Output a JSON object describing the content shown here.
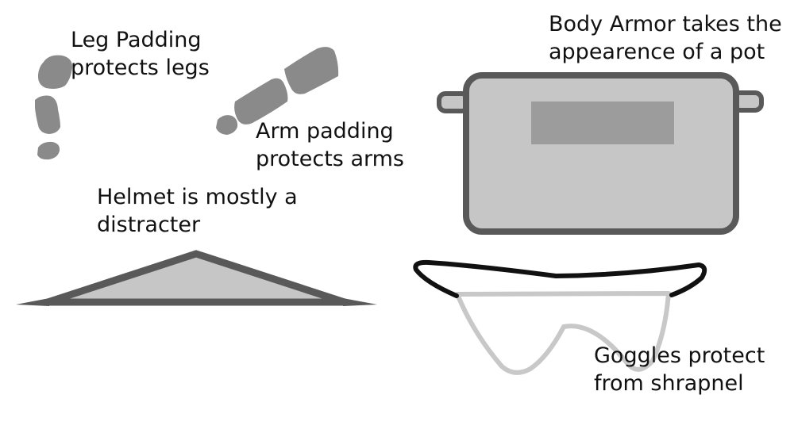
{
  "labels": {
    "leg_padding": [
      "Leg Padding",
      "protects legs"
    ],
    "arm_padding": [
      "Arm padding",
      "protects arms"
    ],
    "helmet": [
      "Helmet is mostly a",
      "distracter"
    ],
    "body_armor": [
      "Body Armor takes the",
      "appearence of a pot"
    ],
    "goggles": [
      "Goggles protect",
      "from shrapnel"
    ]
  },
  "colors": {
    "pad_fill": "#8a8a8a",
    "pot_outline": "#595959",
    "pot_fill": "#c6c6c6",
    "pot_panel": "#9c9c9c",
    "helmet_outline": "#595959",
    "helmet_fill": "#c6c6c6",
    "goggle_strap": "#111111",
    "goggle_lens": "#c8c8c8"
  }
}
